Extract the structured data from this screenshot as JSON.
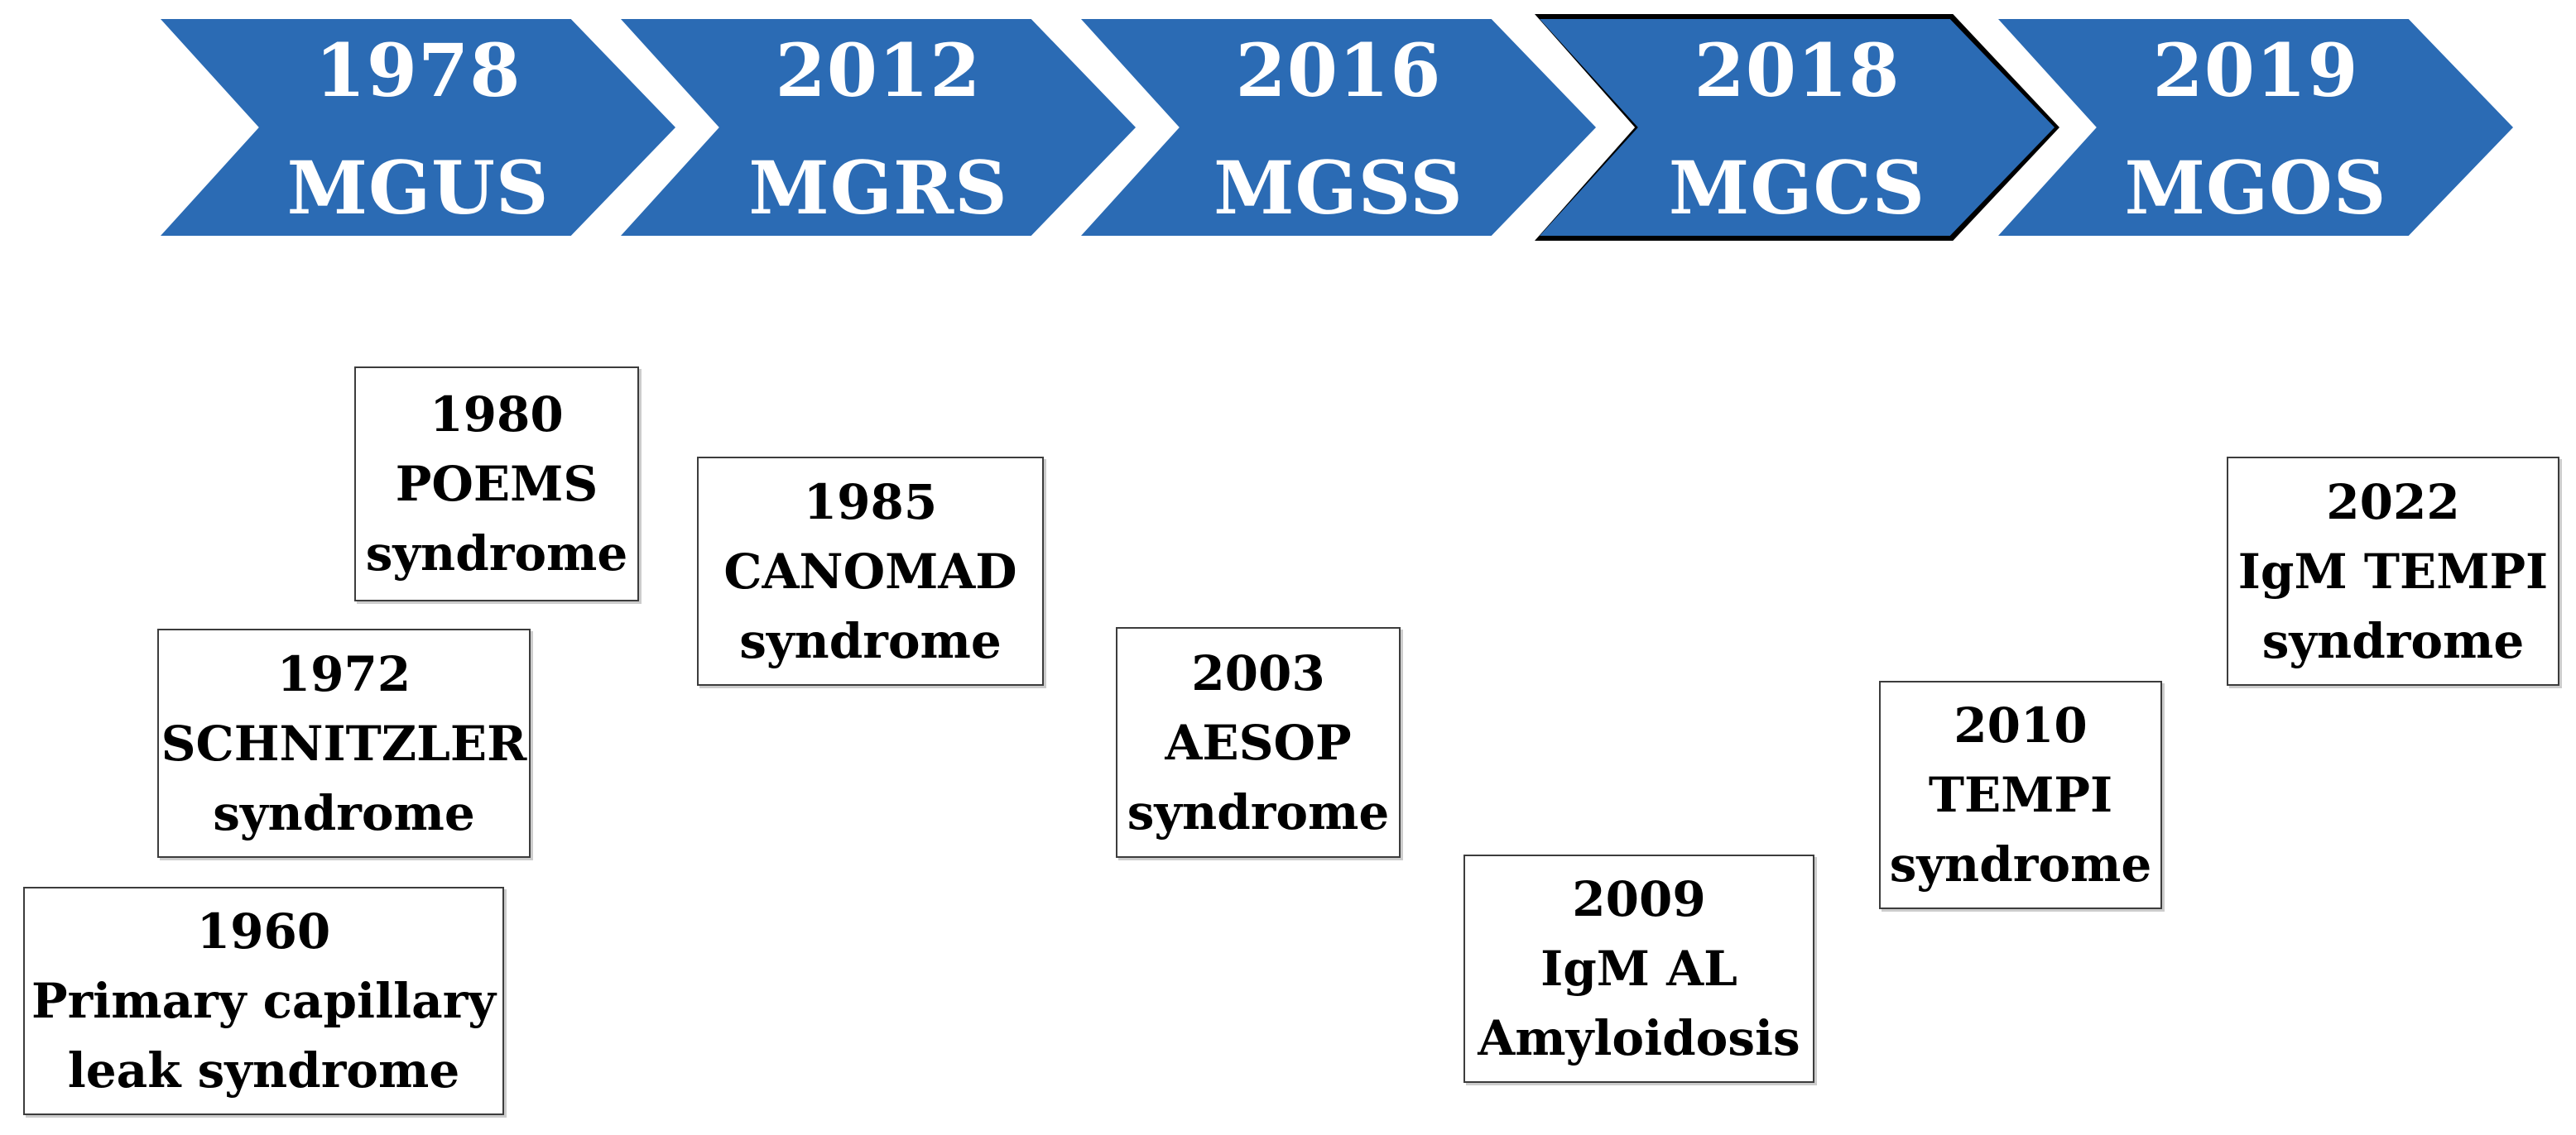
{
  "colors": {
    "chevron_fill": "#2b6bb4",
    "chevron_text": "#ffffff",
    "highlight_outline": "#000000",
    "box_background": "#ffffff",
    "box_border": "#3c3c3c",
    "box_text": "#000000",
    "page_background": "#ffffff"
  },
  "timeline": {
    "chevrons": [
      {
        "year": "1978",
        "label": "MGUS",
        "highlighted": false
      },
      {
        "year": "2012",
        "label": "MGRS",
        "highlighted": false
      },
      {
        "year": "2016",
        "label": "MGSS",
        "highlighted": false
      },
      {
        "year": "2018",
        "label": "MGCS",
        "highlighted": true
      },
      {
        "year": "2019",
        "label": "MGOS",
        "highlighted": false
      }
    ]
  },
  "events": [
    {
      "id": "poems",
      "lines": [
        "1980",
        "POEMS",
        "syndrome"
      ]
    },
    {
      "id": "canomad",
      "lines": [
        "1985",
        "CANOMAD",
        "syndrome"
      ]
    },
    {
      "id": "schnitzler",
      "lines": [
        "1972",
        "SCHNITZLER",
        "syndrome"
      ]
    },
    {
      "id": "capillary-leak",
      "lines": [
        "1960",
        "Primary capillary",
        "leak syndrome"
      ]
    },
    {
      "id": "aesop",
      "lines": [
        "2003",
        "AESOP",
        "syndrome"
      ]
    },
    {
      "id": "igm-al",
      "lines": [
        "2009",
        "IgM AL",
        "Amyloidosis"
      ]
    },
    {
      "id": "tempi",
      "lines": [
        "2010",
        "TEMPI",
        "syndrome"
      ]
    },
    {
      "id": "igm-tempi",
      "lines": [
        "2022",
        "IgM TEMPI",
        "syndrome"
      ]
    }
  ]
}
